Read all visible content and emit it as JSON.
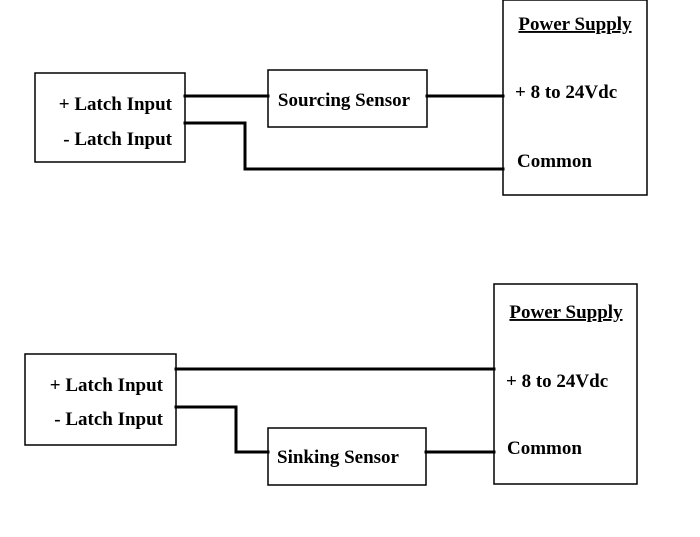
{
  "colors": {
    "line": "#000000",
    "background": "#ffffff"
  },
  "sourcing_diagram": {
    "latch_inputs": {
      "plus": "+ Latch Input",
      "minus": "- Latch Input"
    },
    "sensor": "Sourcing Sensor",
    "power_supply": {
      "title": "Power Supply",
      "voltage": "+ 8 to 24Vdc",
      "common": "Common"
    }
  },
  "sinking_diagram": {
    "latch_inputs": {
      "plus": "+ Latch Input",
      "minus": "- Latch Input"
    },
    "sensor": "Sinking Sensor",
    "power_supply": {
      "title": "Power Supply",
      "voltage": "+ 8 to 24Vdc",
      "common": "Common"
    }
  }
}
